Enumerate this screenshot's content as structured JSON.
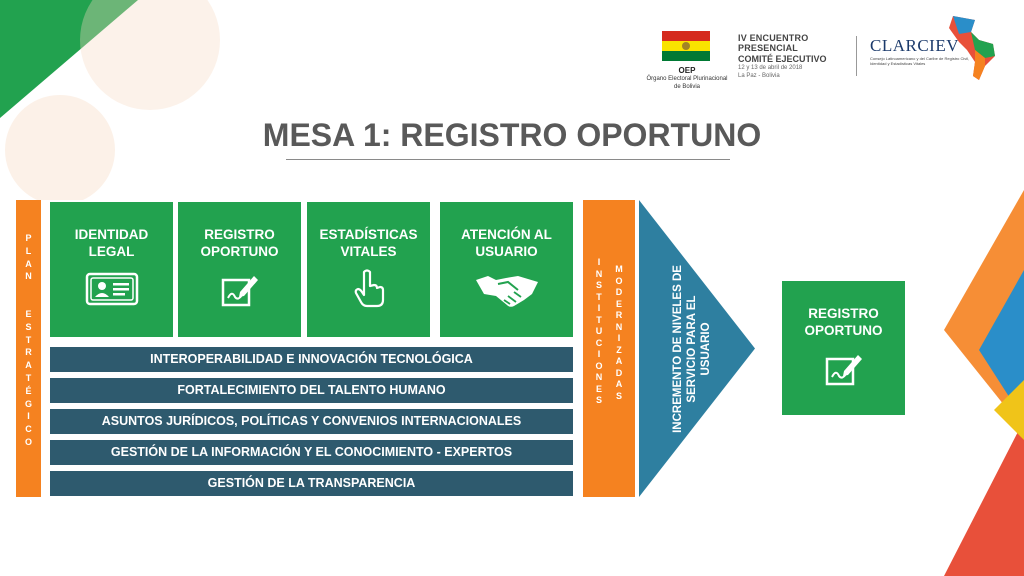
{
  "header": {
    "oep_logo": {
      "title": "OEP",
      "subtitle": "Órgano Electoral Plurinacional de Bolivia"
    },
    "event": {
      "line1": "IV ENCUENTRO PRESENCIAL",
      "line2": "COMITÉ EJECUTIVO",
      "line3": "12 y 13 de abril de 2018",
      "line4": "La Paz - Bolivia"
    },
    "clarciev": {
      "name": "CLARCIEV",
      "subtitle": "Consejo Latinoamericano y del Caribe de Registro Civil, Identidad y Estadísticas Vitales"
    }
  },
  "title": "MESA 1: REGISTRO OPORTUNO",
  "left_bar": {
    "word1": [
      "P",
      "L",
      "A",
      "N"
    ],
    "word2": [
      "E",
      "S",
      "T",
      "R",
      "A",
      "T",
      "É",
      "G",
      "I",
      "C",
      "O"
    ]
  },
  "boxes": [
    {
      "line1": "IDENTIDAD",
      "line2": "LEGAL",
      "icon": "id-card-icon"
    },
    {
      "line1": "REGISTRO",
      "line2": "OPORTUNO",
      "icon": "signed-document-icon"
    },
    {
      "line1": "ESTADÍSTICAS",
      "line2": "VITALES",
      "icon": "pointing-hand-icon"
    },
    {
      "line1": "ATENCIÓN AL",
      "line2": "USUARIO",
      "icon": "handshake-icon"
    }
  ],
  "strips": [
    "INTEROPERABILIDAD E INNOVACIÓN TECNOLÓGICA",
    "FORTALECIMIENTO DEL TALENTO HUMANO",
    "ASUNTOS JURÍDICOS, POLÍTICAS Y CONVENIOS INTERNACIONALES",
    "GESTIÓN DE LA INFORMACIÓN Y EL CONOCIMIENTO - EXPERTOS",
    "GESTIÓN DE LA TRANSPARENCIA"
  ],
  "mid_bar": {
    "col1": [
      "I",
      "N",
      "S",
      "T",
      "I",
      "T",
      "U",
      "C",
      "I",
      "O",
      "N",
      "E",
      "S"
    ],
    "col2": [
      "M",
      "O",
      "D",
      "E",
      "R",
      "N",
      "I",
      "Z",
      "A",
      "D",
      "A",
      "S"
    ]
  },
  "arrow": {
    "line1": "INCREMENTO DE NIVELES DE",
    "line2": "SERVICIO PARA EL",
    "line3": "USUARIO"
  },
  "result_box": {
    "line1": "REGISTRO",
    "line2": "OPORTUNO",
    "icon": "signed-document-icon"
  },
  "colors": {
    "green": "#22a24f",
    "orange": "#f58220",
    "teal": "#2e5a6e",
    "arrow": "#2e7fa0"
  }
}
